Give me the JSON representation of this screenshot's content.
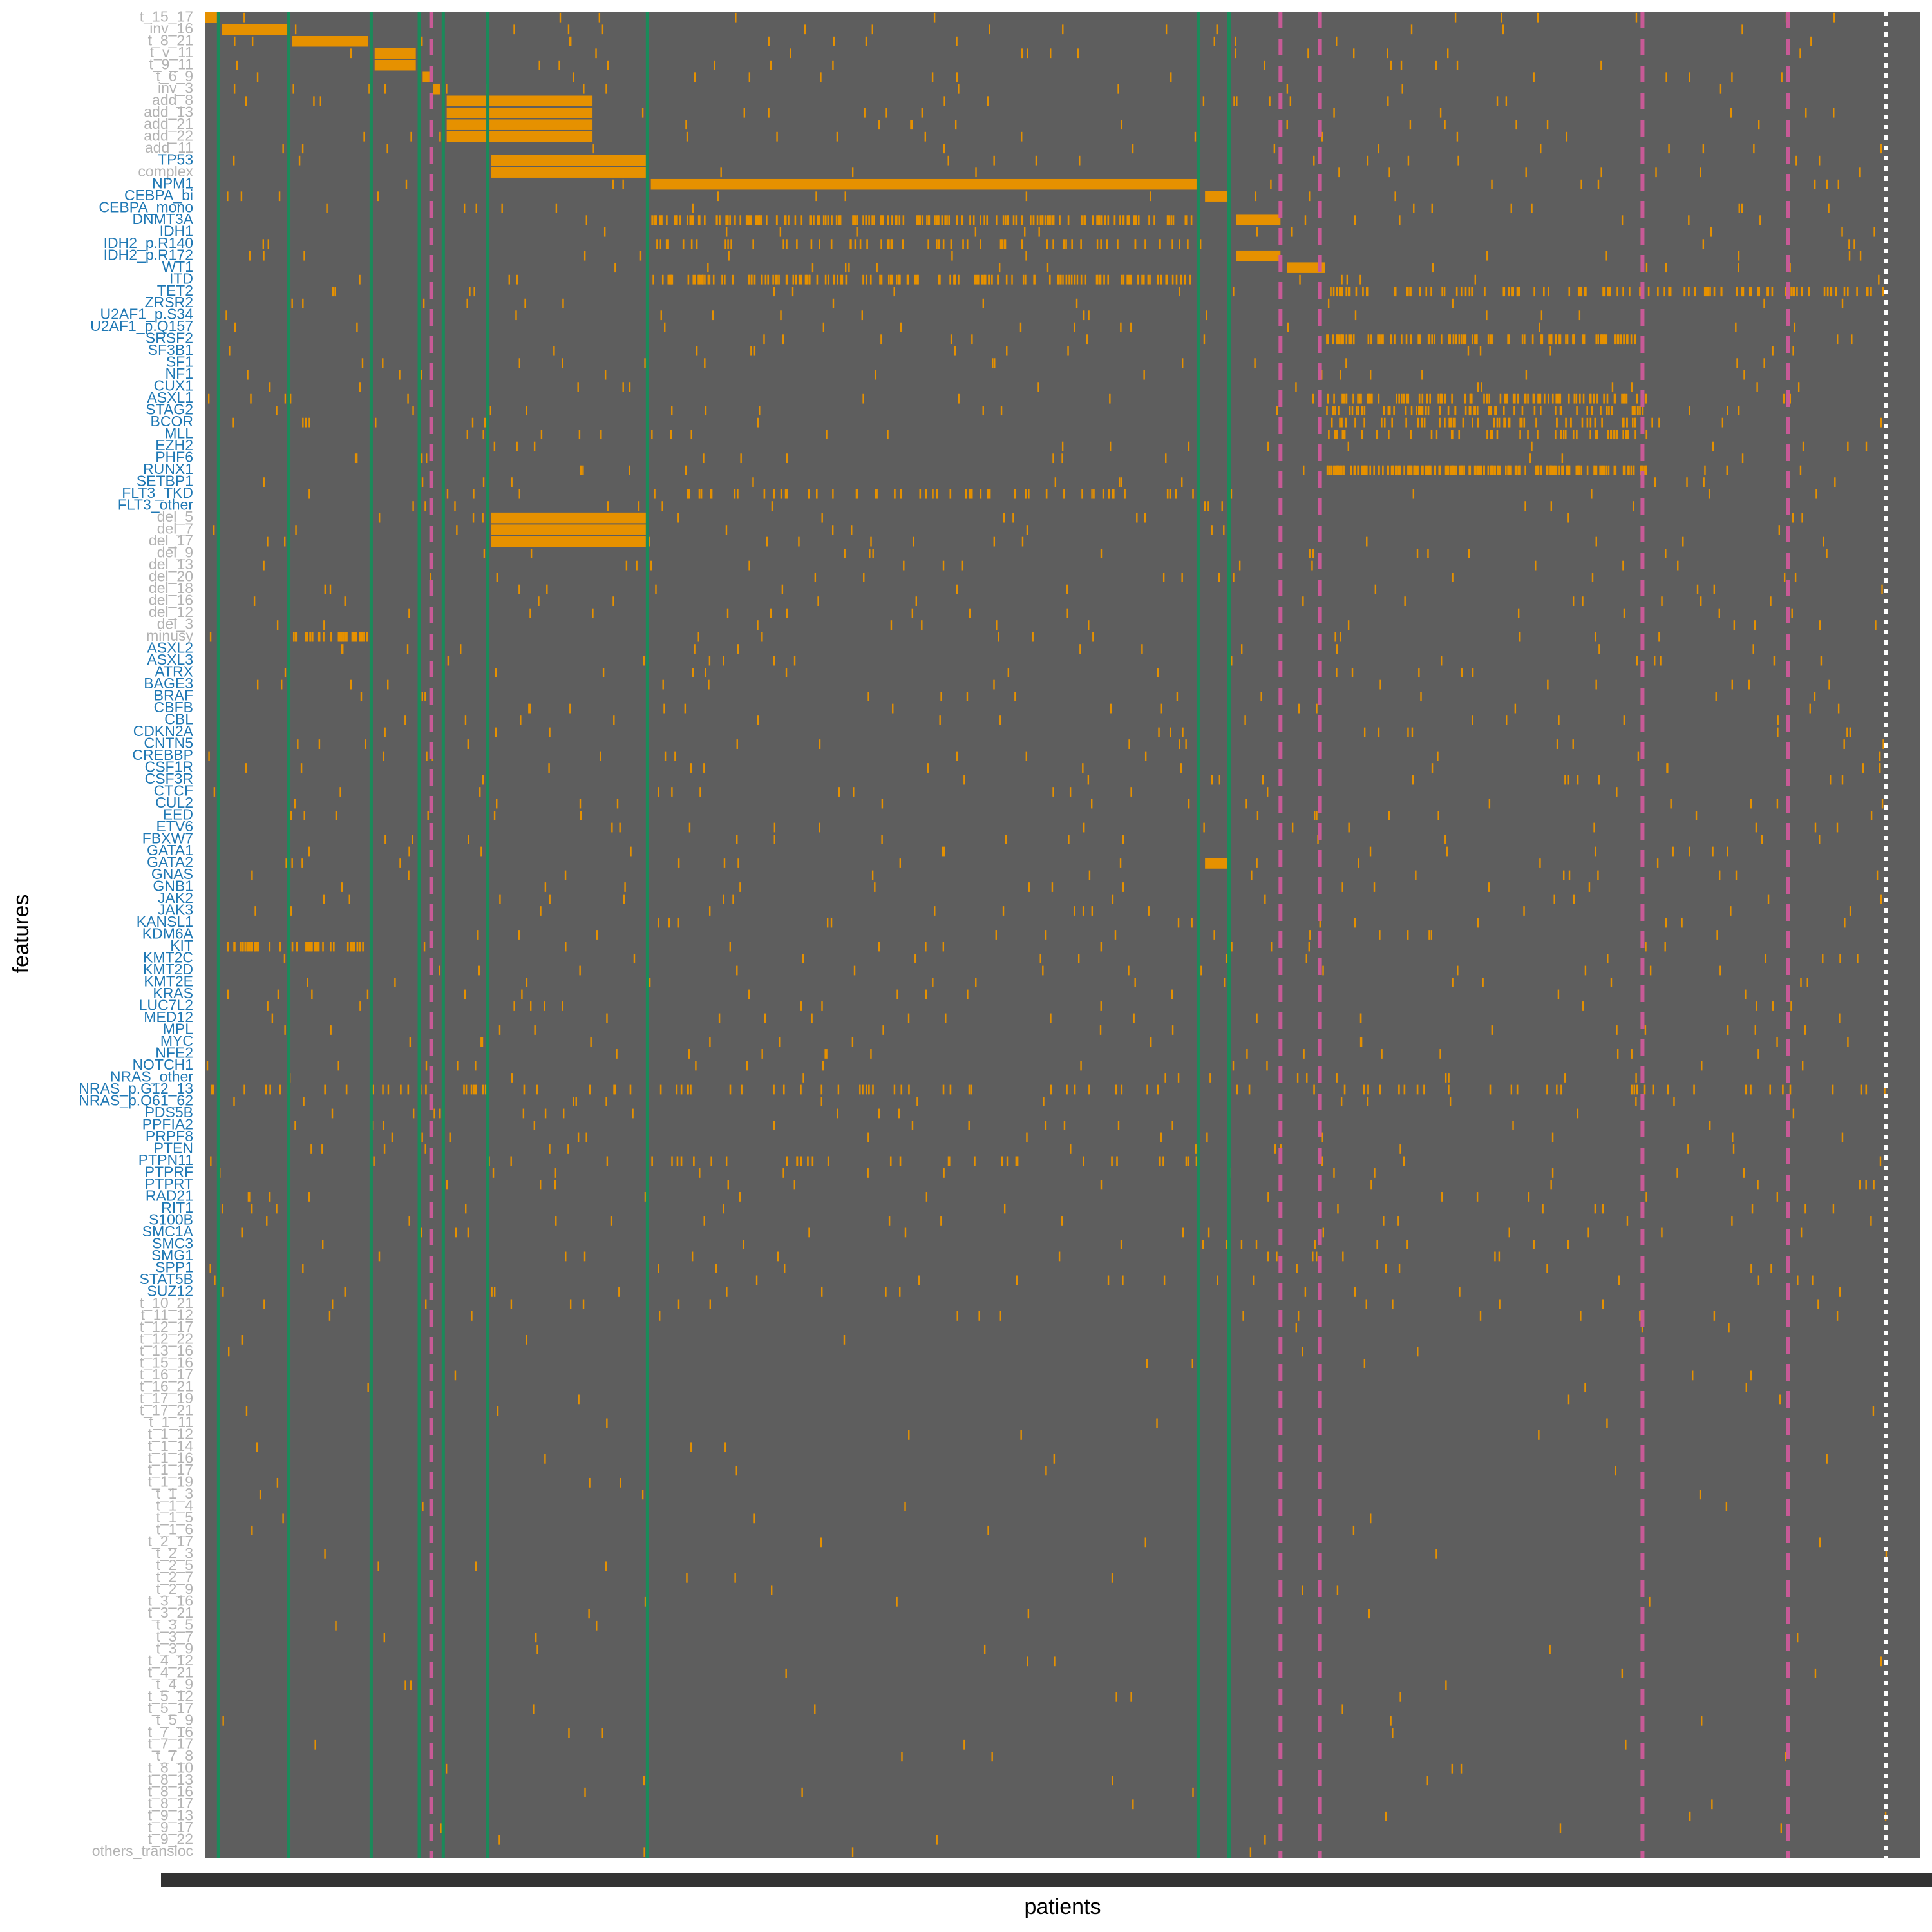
{
  "chart_data": {
    "type": "heatmap",
    "title": "",
    "xlabel": "patients",
    "ylabel": "features",
    "colors": {
      "panel_background": "#5e5e5e",
      "mutated_cell": "#e69100",
      "cytogenetic_label": "#b3b3b3",
      "gene_label": "#1f78b4",
      "class_boundary": "#1b8a5a",
      "subclass_boundary": "#c85a96",
      "end_boundary": "#ffffff",
      "x_axis_strip": "#333333"
    },
    "features": [
      {
        "name": "t_15_17",
        "kind": "cytogenetic"
      },
      {
        "name": "inv_16",
        "kind": "cytogenetic"
      },
      {
        "name": "t_8_21",
        "kind": "cytogenetic"
      },
      {
        "name": "t_v_11",
        "kind": "cytogenetic"
      },
      {
        "name": "t_9_11",
        "kind": "cytogenetic"
      },
      {
        "name": "t_6_9",
        "kind": "cytogenetic"
      },
      {
        "name": "inv_3",
        "kind": "cytogenetic"
      },
      {
        "name": "add_8",
        "kind": "cytogenetic"
      },
      {
        "name": "add_13",
        "kind": "cytogenetic"
      },
      {
        "name": "add_21",
        "kind": "cytogenetic"
      },
      {
        "name": "add_22",
        "kind": "cytogenetic"
      },
      {
        "name": "add_11",
        "kind": "cytogenetic"
      },
      {
        "name": "TP53",
        "kind": "gene"
      },
      {
        "name": "complex",
        "kind": "cytogenetic"
      },
      {
        "name": "NPM1",
        "kind": "gene"
      },
      {
        "name": "CEBPA_bi",
        "kind": "gene"
      },
      {
        "name": "CEBPA_mono",
        "kind": "gene"
      },
      {
        "name": "DNMT3A",
        "kind": "gene"
      },
      {
        "name": "IDH1",
        "kind": "gene"
      },
      {
        "name": "IDH2_p.R140",
        "kind": "gene"
      },
      {
        "name": "IDH2_p.R172",
        "kind": "gene"
      },
      {
        "name": "WT1",
        "kind": "gene"
      },
      {
        "name": "ITD",
        "kind": "gene"
      },
      {
        "name": "TET2",
        "kind": "gene"
      },
      {
        "name": "ZRSR2",
        "kind": "gene"
      },
      {
        "name": "U2AF1_p.S34",
        "kind": "gene"
      },
      {
        "name": "U2AF1_p.Q157",
        "kind": "gene"
      },
      {
        "name": "SRSF2",
        "kind": "gene"
      },
      {
        "name": "SF3B1",
        "kind": "gene"
      },
      {
        "name": "SF1",
        "kind": "gene"
      },
      {
        "name": "NF1",
        "kind": "gene"
      },
      {
        "name": "CUX1",
        "kind": "gene"
      },
      {
        "name": "ASXL1",
        "kind": "gene"
      },
      {
        "name": "STAG2",
        "kind": "gene"
      },
      {
        "name": "BCOR",
        "kind": "gene"
      },
      {
        "name": "MLL",
        "kind": "gene"
      },
      {
        "name": "EZH2",
        "kind": "gene"
      },
      {
        "name": "PHF6",
        "kind": "gene"
      },
      {
        "name": "RUNX1",
        "kind": "gene"
      },
      {
        "name": "SETBP1",
        "kind": "gene"
      },
      {
        "name": "FLT3_TKD",
        "kind": "gene"
      },
      {
        "name": "FLT3_other",
        "kind": "gene"
      },
      {
        "name": "del_5",
        "kind": "cytogenetic"
      },
      {
        "name": "del_7",
        "kind": "cytogenetic"
      },
      {
        "name": "del_17",
        "kind": "cytogenetic"
      },
      {
        "name": "del_9",
        "kind": "cytogenetic"
      },
      {
        "name": "del_13",
        "kind": "cytogenetic"
      },
      {
        "name": "del_20",
        "kind": "cytogenetic"
      },
      {
        "name": "del_18",
        "kind": "cytogenetic"
      },
      {
        "name": "del_16",
        "kind": "cytogenetic"
      },
      {
        "name": "del_12",
        "kind": "cytogenetic"
      },
      {
        "name": "del_3",
        "kind": "cytogenetic"
      },
      {
        "name": "minusy",
        "kind": "cytogenetic"
      },
      {
        "name": "ASXL2",
        "kind": "gene"
      },
      {
        "name": "ASXL3",
        "kind": "gene"
      },
      {
        "name": "ATRX",
        "kind": "gene"
      },
      {
        "name": "BAGE3",
        "kind": "gene"
      },
      {
        "name": "BRAF",
        "kind": "gene"
      },
      {
        "name": "CBFB",
        "kind": "gene"
      },
      {
        "name": "CBL",
        "kind": "gene"
      },
      {
        "name": "CDKN2A",
        "kind": "gene"
      },
      {
        "name": "CNTN5",
        "kind": "gene"
      },
      {
        "name": "CREBBP",
        "kind": "gene"
      },
      {
        "name": "CSF1R",
        "kind": "gene"
      },
      {
        "name": "CSF3R",
        "kind": "gene"
      },
      {
        "name": "CTCF",
        "kind": "gene"
      },
      {
        "name": "CUL2",
        "kind": "gene"
      },
      {
        "name": "EED",
        "kind": "gene"
      },
      {
        "name": "ETV6",
        "kind": "gene"
      },
      {
        "name": "FBXW7",
        "kind": "gene"
      },
      {
        "name": "GATA1",
        "kind": "gene"
      },
      {
        "name": "GATA2",
        "kind": "gene"
      },
      {
        "name": "GNAS",
        "kind": "gene"
      },
      {
        "name": "GNB1",
        "kind": "gene"
      },
      {
        "name": "JAK2",
        "kind": "gene"
      },
      {
        "name": "JAK3",
        "kind": "gene"
      },
      {
        "name": "KANSL1",
        "kind": "gene"
      },
      {
        "name": "KDM6A",
        "kind": "gene"
      },
      {
        "name": "KIT",
        "kind": "gene"
      },
      {
        "name": "KMT2C",
        "kind": "gene"
      },
      {
        "name": "KMT2D",
        "kind": "gene"
      },
      {
        "name": "KMT2E",
        "kind": "gene"
      },
      {
        "name": "KRAS",
        "kind": "gene"
      },
      {
        "name": "LUC7L2",
        "kind": "gene"
      },
      {
        "name": "MED12",
        "kind": "gene"
      },
      {
        "name": "MPL",
        "kind": "gene"
      },
      {
        "name": "MYC",
        "kind": "gene"
      },
      {
        "name": "NFE2",
        "kind": "gene"
      },
      {
        "name": "NOTCH1",
        "kind": "gene"
      },
      {
        "name": "NRAS_other",
        "kind": "gene"
      },
      {
        "name": "NRAS_p.G12_13",
        "kind": "gene"
      },
      {
        "name": "NRAS_p.Q61_62",
        "kind": "gene"
      },
      {
        "name": "PDS5B",
        "kind": "gene"
      },
      {
        "name": "PPFIA2",
        "kind": "gene"
      },
      {
        "name": "PRPF8",
        "kind": "gene"
      },
      {
        "name": "PTEN",
        "kind": "gene"
      },
      {
        "name": "PTPN11",
        "kind": "gene"
      },
      {
        "name": "PTPRF",
        "kind": "gene"
      },
      {
        "name": "PTPRT",
        "kind": "gene"
      },
      {
        "name": "RAD21",
        "kind": "gene"
      },
      {
        "name": "RIT1",
        "kind": "gene"
      },
      {
        "name": "S100B",
        "kind": "gene"
      },
      {
        "name": "SMC1A",
        "kind": "gene"
      },
      {
        "name": "SMC3",
        "kind": "gene"
      },
      {
        "name": "SMG1",
        "kind": "gene"
      },
      {
        "name": "SPP1",
        "kind": "gene"
      },
      {
        "name": "STAT5B",
        "kind": "gene"
      },
      {
        "name": "SUZ12",
        "kind": "gene"
      },
      {
        "name": "t_10_21",
        "kind": "cytogenetic"
      },
      {
        "name": "t_11_12",
        "kind": "cytogenetic"
      },
      {
        "name": "t_12_17",
        "kind": "cytogenetic"
      },
      {
        "name": "t_12_22",
        "kind": "cytogenetic"
      },
      {
        "name": "t_13_16",
        "kind": "cytogenetic"
      },
      {
        "name": "t_15_16",
        "kind": "cytogenetic"
      },
      {
        "name": "t_16_17",
        "kind": "cytogenetic"
      },
      {
        "name": "t_16_21",
        "kind": "cytogenetic"
      },
      {
        "name": "t_17_19",
        "kind": "cytogenetic"
      },
      {
        "name": "t_17_21",
        "kind": "cytogenetic"
      },
      {
        "name": "t_1_11",
        "kind": "cytogenetic"
      },
      {
        "name": "t_1_12",
        "kind": "cytogenetic"
      },
      {
        "name": "t_1_14",
        "kind": "cytogenetic"
      },
      {
        "name": "t_1_16",
        "kind": "cytogenetic"
      },
      {
        "name": "t_1_17",
        "kind": "cytogenetic"
      },
      {
        "name": "t_1_19",
        "kind": "cytogenetic"
      },
      {
        "name": "t_1_3",
        "kind": "cytogenetic"
      },
      {
        "name": "t_1_4",
        "kind": "cytogenetic"
      },
      {
        "name": "t_1_5",
        "kind": "cytogenetic"
      },
      {
        "name": "t_1_6",
        "kind": "cytogenetic"
      },
      {
        "name": "t_2_17",
        "kind": "cytogenetic"
      },
      {
        "name": "t_2_3",
        "kind": "cytogenetic"
      },
      {
        "name": "t_2_5",
        "kind": "cytogenetic"
      },
      {
        "name": "t_2_7",
        "kind": "cytogenetic"
      },
      {
        "name": "t_2_9",
        "kind": "cytogenetic"
      },
      {
        "name": "t_3_16",
        "kind": "cytogenetic"
      },
      {
        "name": "t_3_21",
        "kind": "cytogenetic"
      },
      {
        "name": "t_3_5",
        "kind": "cytogenetic"
      },
      {
        "name": "t_3_7",
        "kind": "cytogenetic"
      },
      {
        "name": "t_3_9",
        "kind": "cytogenetic"
      },
      {
        "name": "t_4_12",
        "kind": "cytogenetic"
      },
      {
        "name": "t_4_21",
        "kind": "cytogenetic"
      },
      {
        "name": "t_4_9",
        "kind": "cytogenetic"
      },
      {
        "name": "t_5_12",
        "kind": "cytogenetic"
      },
      {
        "name": "t_5_17",
        "kind": "cytogenetic"
      },
      {
        "name": "t_5_9",
        "kind": "cytogenetic"
      },
      {
        "name": "t_7_16",
        "kind": "cytogenetic"
      },
      {
        "name": "t_7_17",
        "kind": "cytogenetic"
      },
      {
        "name": "t_7_8",
        "kind": "cytogenetic"
      },
      {
        "name": "t_8_10",
        "kind": "cytogenetic"
      },
      {
        "name": "t_8_13",
        "kind": "cytogenetic"
      },
      {
        "name": "t_8_16",
        "kind": "cytogenetic"
      },
      {
        "name": "t_8_17",
        "kind": "cytogenetic"
      },
      {
        "name": "t_9_13",
        "kind": "cytogenetic"
      },
      {
        "name": "t_9_17",
        "kind": "cytogenetic"
      },
      {
        "name": "t_9_22",
        "kind": "cytogenetic"
      },
      {
        "name": "others_transloc",
        "kind": "cytogenetic"
      }
    ],
    "blocks": [
      {
        "feature": "t_15_17",
        "from": 0.0,
        "to": 0.008
      },
      {
        "feature": "inv_16",
        "from": 0.01,
        "to": 0.049
      },
      {
        "feature": "t_8_21",
        "from": 0.051,
        "to": 0.095
      },
      {
        "feature": "t_v_11",
        "from": 0.099,
        "to": 0.123
      },
      {
        "feature": "t_9_11",
        "from": 0.099,
        "to": 0.123
      },
      {
        "feature": "t_6_9",
        "from": 0.127,
        "to": 0.131
      },
      {
        "feature": "inv_3",
        "from": 0.133,
        "to": 0.137
      },
      {
        "feature": "add_8",
        "from": 0.141,
        "to": 0.226
      },
      {
        "feature": "add_13",
        "from": 0.141,
        "to": 0.226
      },
      {
        "feature": "add_21",
        "from": 0.141,
        "to": 0.226
      },
      {
        "feature": "add_22",
        "from": 0.141,
        "to": 0.226
      },
      {
        "feature": "TP53",
        "from": 0.167,
        "to": 0.258
      },
      {
        "feature": "complex",
        "from": 0.167,
        "to": 0.258
      },
      {
        "feature": "NPM1",
        "from": 0.26,
        "to": 0.579
      },
      {
        "feature": "CEBPA_bi",
        "from": 0.583,
        "to": 0.597
      },
      {
        "feature": "DNMT3A",
        "from": 0.601,
        "to": 0.627
      },
      {
        "feature": "IDH2_p.R172",
        "from": 0.601,
        "to": 0.627
      },
      {
        "feature": "WT1",
        "from": 0.631,
        "to": 0.653
      },
      {
        "feature": "del_5",
        "from": 0.167,
        "to": 0.258
      },
      {
        "feature": "del_7",
        "from": 0.167,
        "to": 0.258
      },
      {
        "feature": "del_17",
        "from": 0.167,
        "to": 0.258
      },
      {
        "feature": "GATA2",
        "from": 0.583,
        "to": 0.597
      }
    ],
    "mutation_density": [
      {
        "feature": "DNMT3A",
        "from": 0.26,
        "to": 0.579,
        "rate": 0.45
      },
      {
        "feature": "ITD",
        "from": 0.26,
        "to": 0.579,
        "rate": 0.4
      },
      {
        "feature": "IDH2_p.R140",
        "from": 0.26,
        "to": 0.579,
        "rate": 0.15
      },
      {
        "feature": "FLT3_TKD",
        "from": 0.26,
        "to": 0.579,
        "rate": 0.15
      },
      {
        "feature": "SRSF2",
        "from": 0.653,
        "to": 0.84,
        "rate": 0.45
      },
      {
        "feature": "ASXL1",
        "from": 0.653,
        "to": 0.84,
        "rate": 0.4
      },
      {
        "feature": "STAG2",
        "from": 0.653,
        "to": 0.84,
        "rate": 0.3
      },
      {
        "feature": "BCOR",
        "from": 0.653,
        "to": 0.84,
        "rate": 0.25
      },
      {
        "feature": "MLL",
        "from": 0.653,
        "to": 0.84,
        "rate": 0.2
      },
      {
        "feature": "RUNX1",
        "from": 0.653,
        "to": 0.84,
        "rate": 0.9
      },
      {
        "feature": "TET2",
        "from": 0.653,
        "to": 0.98,
        "rate": 0.3
      },
      {
        "feature": "KIT",
        "from": 0.01,
        "to": 0.095,
        "rate": 0.5
      },
      {
        "feature": "minusy",
        "from": 0.051,
        "to": 0.095,
        "rate": 0.7
      },
      {
        "feature": "NRAS_p.G12_13",
        "from": 0.0,
        "to": 0.98,
        "rate": 0.08
      },
      {
        "feature": "PTPN11",
        "from": 0.26,
        "to": 0.579,
        "rate": 0.08
      }
    ],
    "class_boundaries": [
      0.008,
      0.049,
      0.097,
      0.125,
      0.139,
      0.165,
      0.258,
      0.579,
      0.597
    ],
    "subclass_boundaries": [
      0.132,
      0.627,
      0.65,
      0.838,
      0.923
    ],
    "end_boundary": 0.98
  }
}
